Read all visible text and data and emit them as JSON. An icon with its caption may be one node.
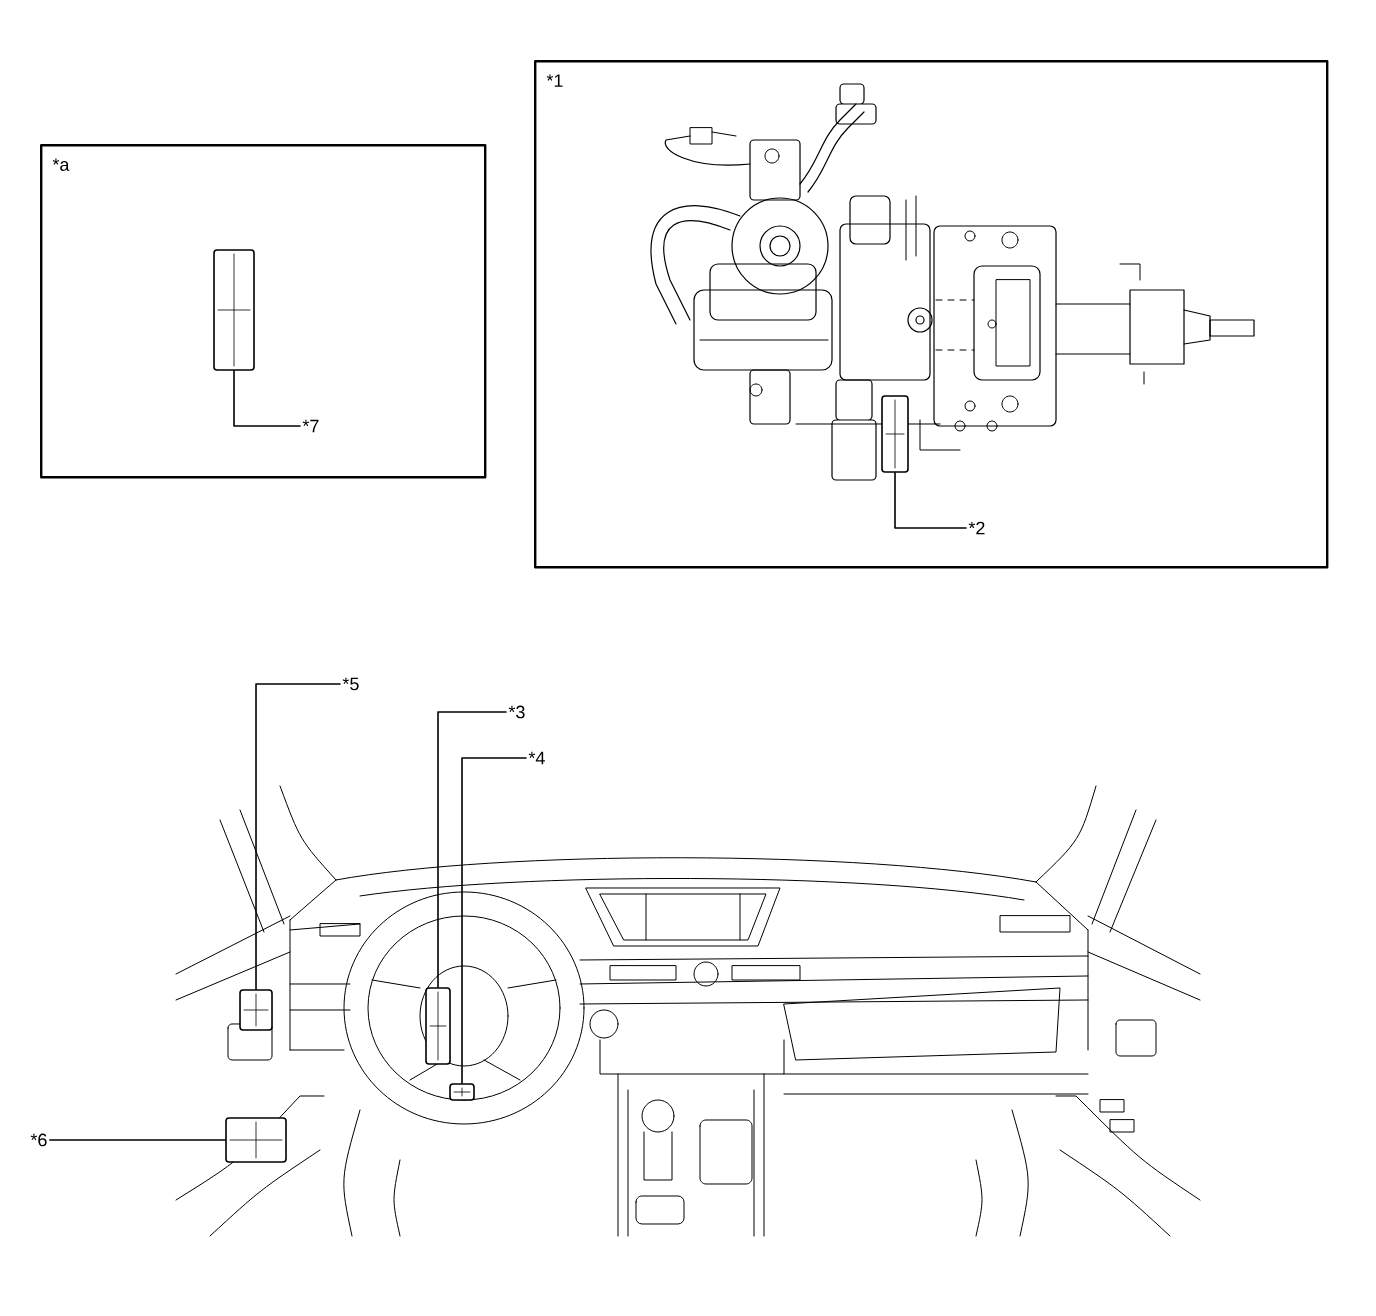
{
  "diagram": {
    "nodes": [
      {
        "text": [
          "*a"
        ]
      },
      {
        "text": [],
        "shape": "picture",
        "in": 0
      },
      {
        "text": [
          "*7"
        ],
        "in": 0
      },
      {
        "text": [
          "*1"
        ]
      },
      {
        "text": [],
        "shape": "picture",
        "in": 3
      },
      {
        "text": [
          "*2"
        ],
        "in": 3
      },
      {
        "text": [
          "*5"
        ]
      },
      {
        "text": [],
        "shape": "picture"
      },
      {
        "text": [
          "*3"
        ]
      },
      {
        "text": [],
        "shape": "picture"
      },
      {
        "text": [
          "*4"
        ]
      },
      {
        "text": [],
        "shape": "picture"
      },
      {
        "text": [
          "*6"
        ]
      },
      {
        "text": [],
        "shape": "picture"
      }
    ],
    "edges": [
      {
        "from": 2,
        "to": 1,
        "arrow": "none"
      },
      {
        "from": 5,
        "to": 4,
        "arrow": "none"
      },
      {
        "from": 6,
        "to": 7,
        "arrow": "none"
      },
      {
        "from": 8,
        "to": 9,
        "arrow": "none"
      },
      {
        "from": 10,
        "to": 11,
        "arrow": "none"
      },
      {
        "from": 12,
        "to": 13,
        "arrow": "none"
      }
    ]
  }
}
